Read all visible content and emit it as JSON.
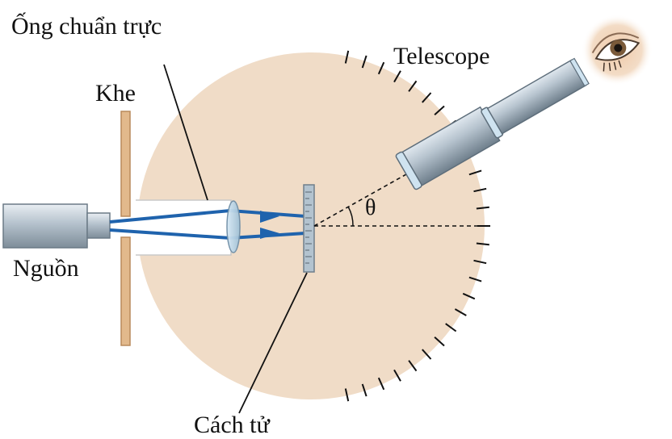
{
  "labels": {
    "collimator": "Ống chuẩn trực",
    "slit": "Khe",
    "telescope": "Telescope",
    "source": "Nguồn",
    "grating": "Cách tử",
    "angle": "θ"
  },
  "colors": {
    "table": "#f0dcc7",
    "slit_plate": "#e2b98c",
    "beam": "#1f63ad",
    "metal": "#a9b8c4",
    "ticks": "#111111"
  },
  "icons": [
    "eye-icon",
    "lens-icon",
    "arrow-icon"
  ]
}
